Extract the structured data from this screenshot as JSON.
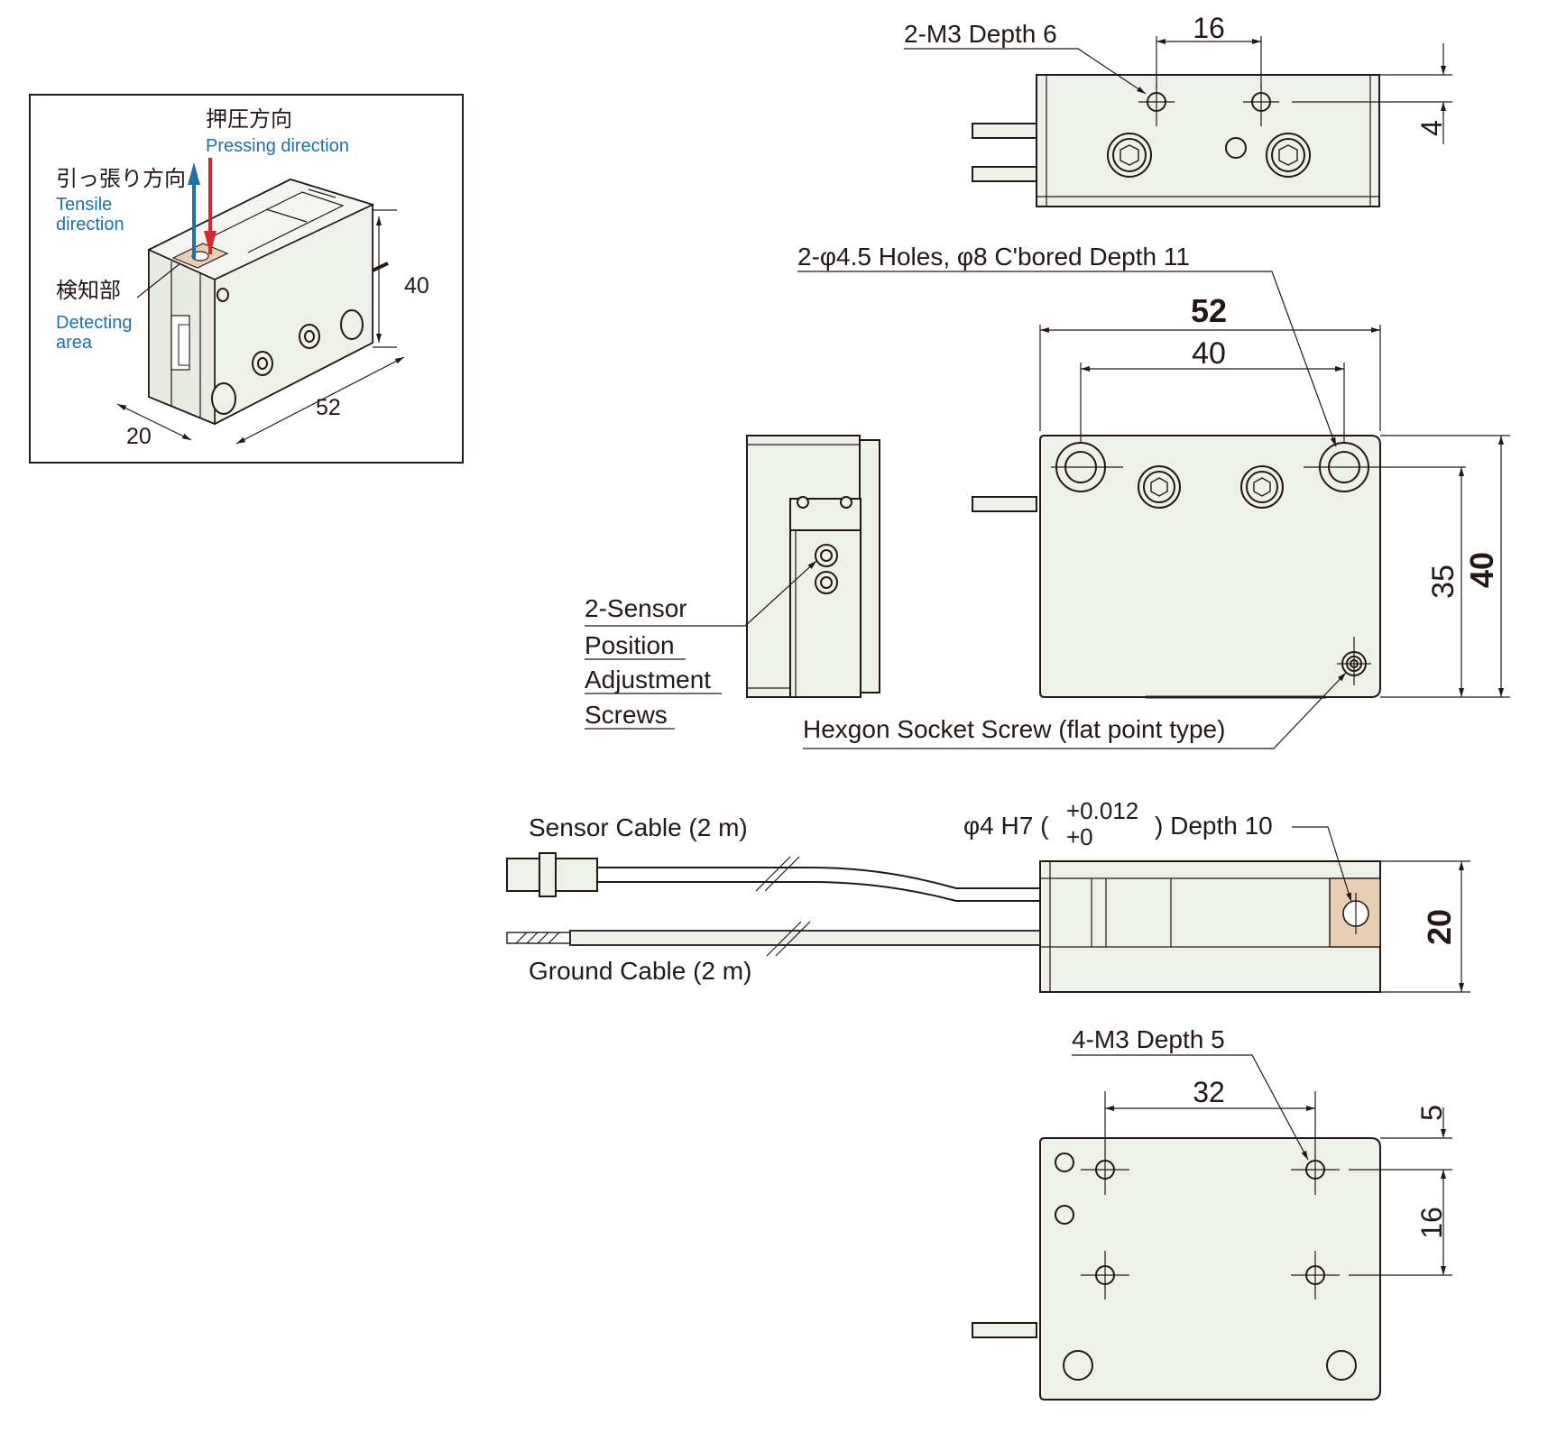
{
  "iso": {
    "pressing_jp": "押圧方向",
    "pressing_en": "Pressing direction",
    "tensile_jp": "引っ張り方向",
    "tensile_en_1": "Tensile",
    "tensile_en_2": "direction",
    "detecting_jp": "検知部",
    "detecting_en_1": "Detecting",
    "detecting_en_2": "area",
    "dim_height": "40",
    "dim_length": "52",
    "dim_width": "20"
  },
  "top_view": {
    "callout": "2-M3 Depth 6",
    "dim_pitch": "16",
    "dim_offset": "4"
  },
  "front_view": {
    "callout_holes": "2-φ4.5 Holes, φ8 C'bored Depth 11",
    "dim_overall_width": "52",
    "dim_hole_pitch": "40",
    "dim_hole_height": "35",
    "dim_overall_height": "40",
    "callout_screw": "Hexgon Socket Screw (flat point type)"
  },
  "side_view": {
    "callout_1": "2-Sensor",
    "callout_2": "Position",
    "callout_3": "Adjustment",
    "callout_4": "Screws"
  },
  "bottom_view": {
    "sensor_cable": "Sensor Cable (2 m)",
    "ground_cable": "Ground Cable (2 m)",
    "hole_prefix": "φ4 H7 (",
    "tol_upper": "+0.012",
    "tol_lower": "+0",
    "hole_suffix": ") Depth 10",
    "dim_thickness": "20"
  },
  "rear_view": {
    "callout": "4-M3 Depth 5",
    "dim_pitch_x": "32",
    "dim_offset": "5",
    "dim_pitch_y": "16"
  },
  "colors": {
    "part_fill": "#eef0ea",
    "detect_fill": "#e8cfb4",
    "pressing_arrow": "#d7262d",
    "tensile_arrow": "#1f6fa8",
    "label_blue": "#1f6fa8"
  }
}
